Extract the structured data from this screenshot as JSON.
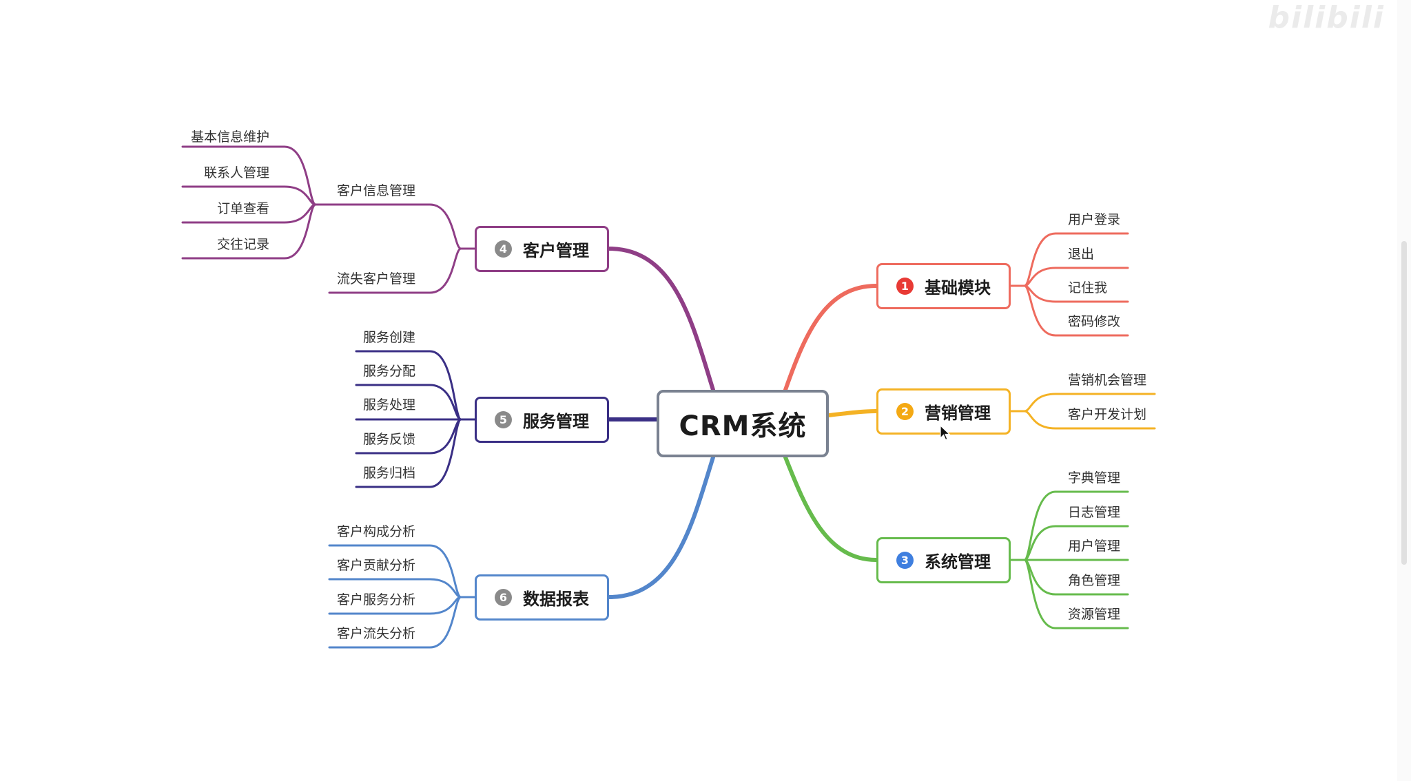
{
  "watermark": "bilibili",
  "mindmap": {
    "root": {
      "label": "CRM系统",
      "border": "#7a8291"
    },
    "branches": [
      {
        "number": "1",
        "label": "基础模块",
        "color": "#ee6b5e",
        "badge_color": "#e83a35",
        "leaves": [
          "用户登录",
          "退出",
          "记住我",
          "密码修改"
        ]
      },
      {
        "number": "2",
        "label": "营销管理",
        "color": "#f4b224",
        "badge_color": "#f4a914",
        "leaves": [
          "营销机会管理",
          "客户开发计划"
        ]
      },
      {
        "number": "3",
        "label": "系统管理",
        "color": "#66bb4c",
        "badge_color": "#3f7fdf",
        "leaves": [
          "字典管理",
          "日志管理",
          "用户管理",
          "角色管理",
          "资源管理"
        ]
      },
      {
        "number": "4",
        "label": "客户管理",
        "color": "#8f3e86",
        "badge_color": "#8a8a8a",
        "leaves": [
          "客户信息管理",
          "流失客户管理"
        ],
        "subleaves": [
          "基本信息维护",
          "联系人管理",
          "订单查看",
          "交往记录"
        ]
      },
      {
        "number": "5",
        "label": "服务管理",
        "color": "#3a2f85",
        "badge_color": "#8a8a8a",
        "leaves": [
          "服务创建",
          "服务分配",
          "服务处理",
          "服务反馈",
          "服务归档"
        ]
      },
      {
        "number": "6",
        "label": "数据报表",
        "color": "#5386cb",
        "badge_color": "#8a8a8a",
        "leaves": [
          "客户构成分析",
          "客户贡献分析",
          "客户服务分析",
          "客户流失分析"
        ]
      }
    ]
  }
}
